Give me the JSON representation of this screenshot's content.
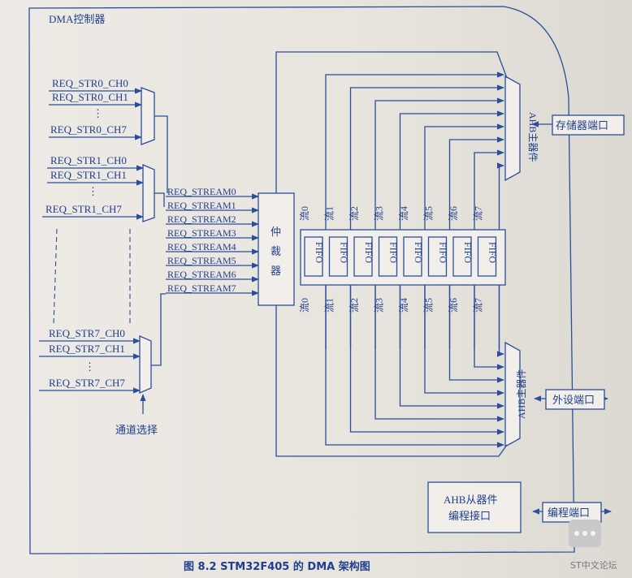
{
  "controller": {
    "title": "DMA控制器"
  },
  "request_groups": [
    {
      "inputs": [
        "REQ_STR0_CH0",
        "REQ_STR0_CH1",
        "REQ_STR0_CH7"
      ]
    },
    {
      "inputs": [
        "REQ_STR1_CH0",
        "REQ_STR1_CH1",
        "REQ_STR1_CH7"
      ]
    },
    {
      "inputs": [
        "REQ_STR7_CH0",
        "REQ_STR7_CH1",
        "REQ_STR7_CH7"
      ]
    }
  ],
  "ellipsis": "⋮",
  "channel_select": "通道选择",
  "stream_requests": [
    "REQ_STREAM0",
    "REQ_STREAM1",
    "REQ_STREAM2",
    "REQ_STREAM3",
    "REQ_STREAM4",
    "REQ_STREAM5",
    "REQ_STREAM6",
    "REQ_STREAM7"
  ],
  "arbiter": {
    "chars": [
      "仲",
      "裁",
      "器"
    ]
  },
  "streams": [
    "流0",
    "流1",
    "流2",
    "流3",
    "流4",
    "流5",
    "流6",
    "流7"
  ],
  "fifo_label": "FIFO",
  "ahb_master": "AHB主器件",
  "memory_port": "存储器端口",
  "peripheral_port": "外设端口",
  "ahb_slave": {
    "line1": "AHB从器件",
    "line2": "编程接口"
  },
  "programming_port": "编程端口",
  "caption": "图 8.2   STM32F405 的 DMA 架构图",
  "watermark": "ST中文论坛"
}
